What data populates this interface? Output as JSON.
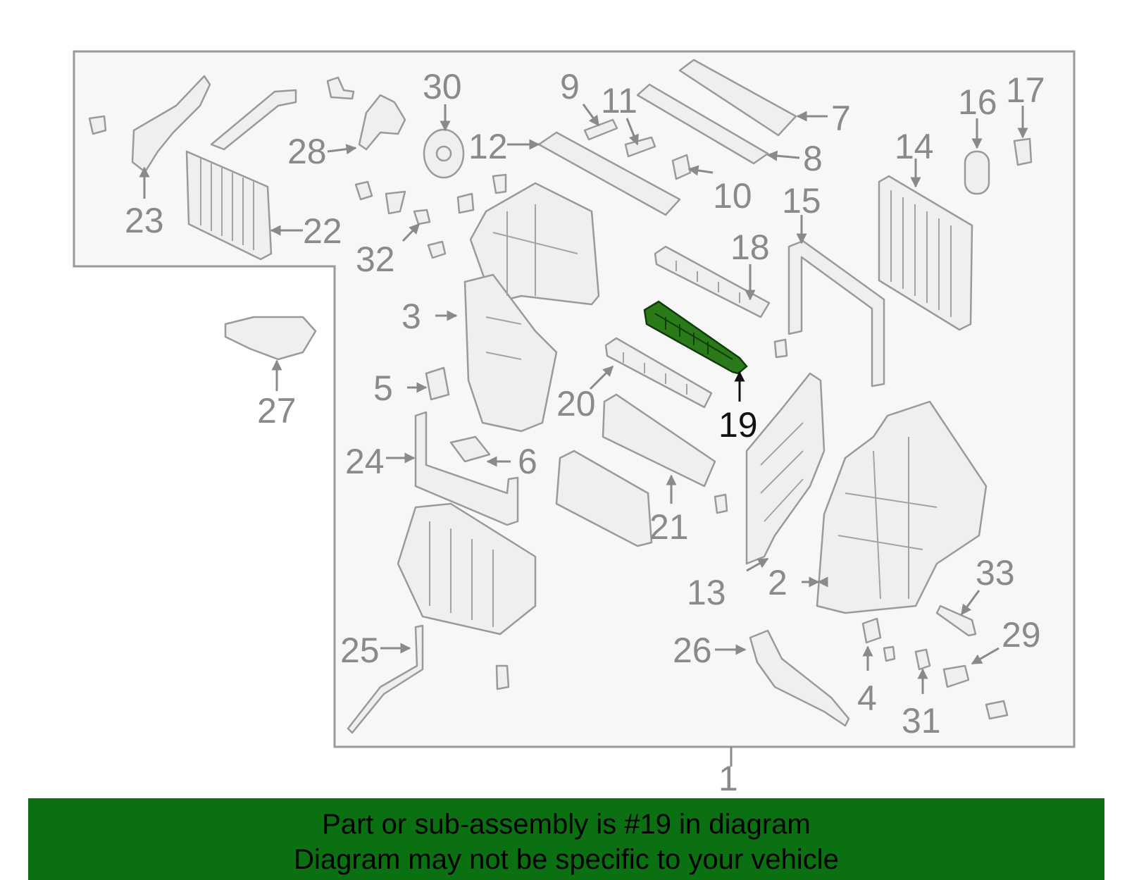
{
  "callouts": [
    "1",
    "2",
    "3",
    "4",
    "5",
    "6",
    "7",
    "8",
    "9",
    "10",
    "11",
    "12",
    "13",
    "14",
    "15",
    "16",
    "17",
    "18",
    "19",
    "20",
    "21",
    "22",
    "23",
    "24",
    "25",
    "26",
    "27",
    "28",
    "29",
    "30",
    "31",
    "32",
    "33"
  ],
  "highlighted_part": "19",
  "banner": {
    "line1": "Part or sub-assembly is #19 in diagram",
    "line2": "Diagram may not be specific to your vehicle"
  },
  "colors": {
    "banner": "#0b7012",
    "highlight": "#2a7a1a",
    "parts": "#9a9a9a",
    "background": "#f7f7f7"
  }
}
